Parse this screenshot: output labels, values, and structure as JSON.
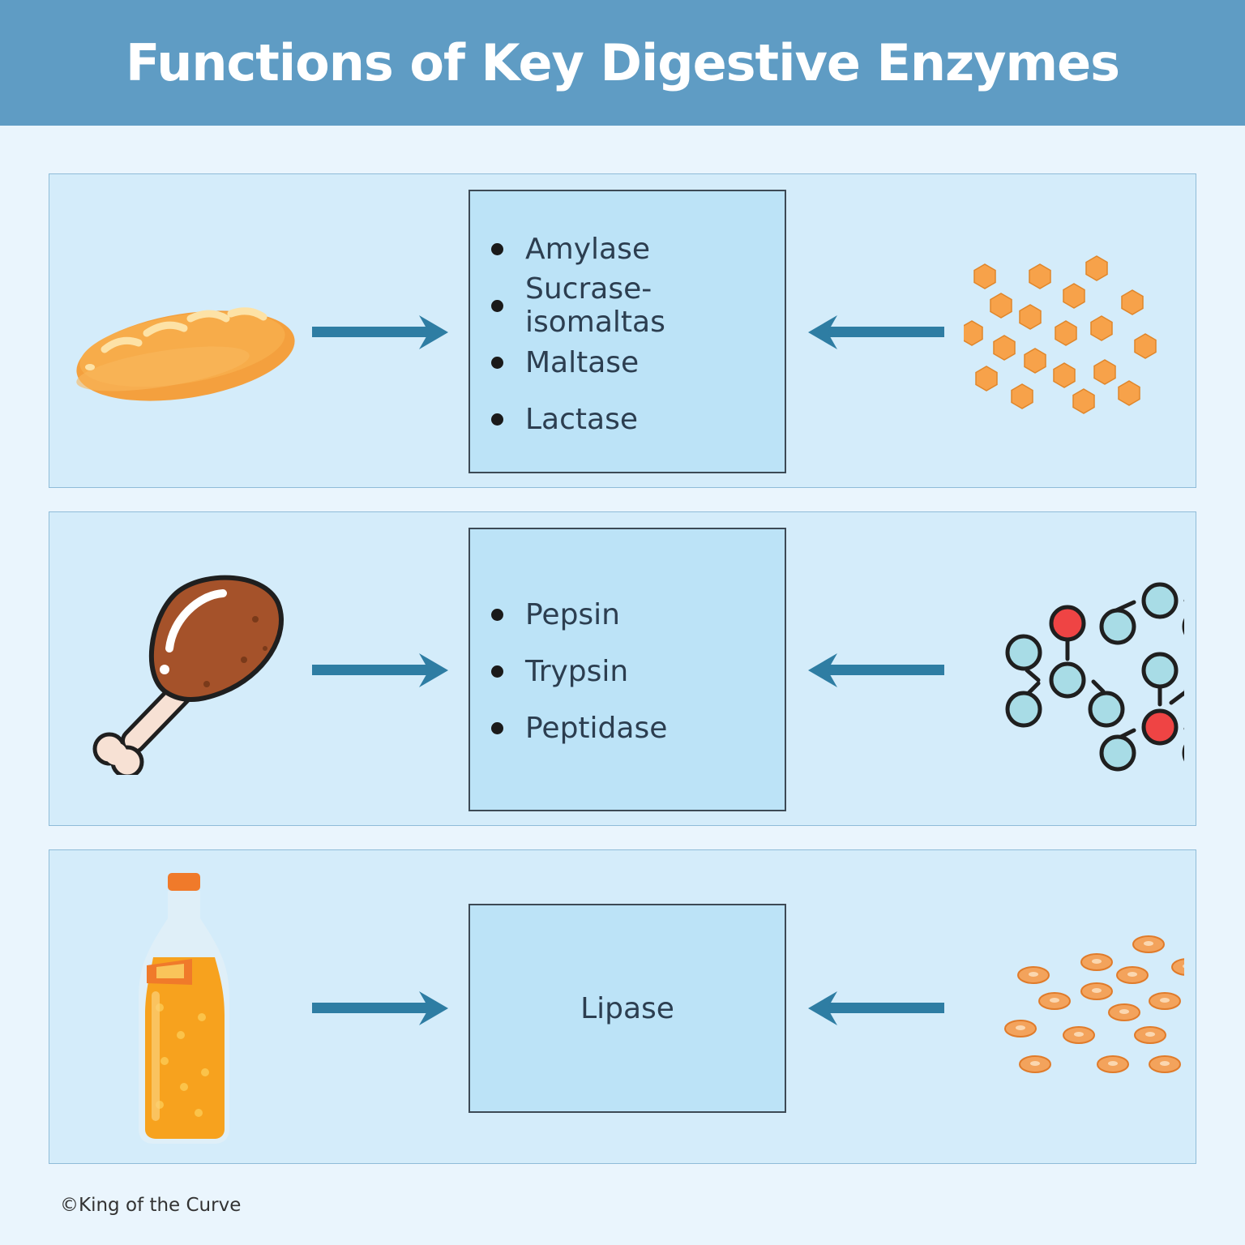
{
  "title": "Functions of Key Digestive Enzymes",
  "rows": [
    {
      "food_icon": "bread-icon",
      "product_icon": "glucose-hexagons",
      "enzymes": [
        "Amylase",
        "Sucrase-isomaltas",
        "Maltase",
        "Lactase"
      ]
    },
    {
      "food_icon": "chicken-leg-icon",
      "product_icon": "amino-acid-chain",
      "enzymes": [
        "Pepsin",
        "Trypsin",
        "Peptidase"
      ]
    },
    {
      "food_icon": "oil-bottle-icon",
      "product_icon": "fat-droplets",
      "enzymes": [
        "Lipase"
      ]
    }
  ],
  "footer": "©King of the Curve",
  "colors": {
    "header": "#5f9cc4",
    "panel": "#d4ecfa",
    "enzyme_box": "#bce3f7",
    "arrow": "#2e7da3",
    "hexagon": "#f7a24a",
    "amino_blue": "#a8dce6",
    "amino_red": "#ef4444",
    "fat": "#f3a35c"
  }
}
